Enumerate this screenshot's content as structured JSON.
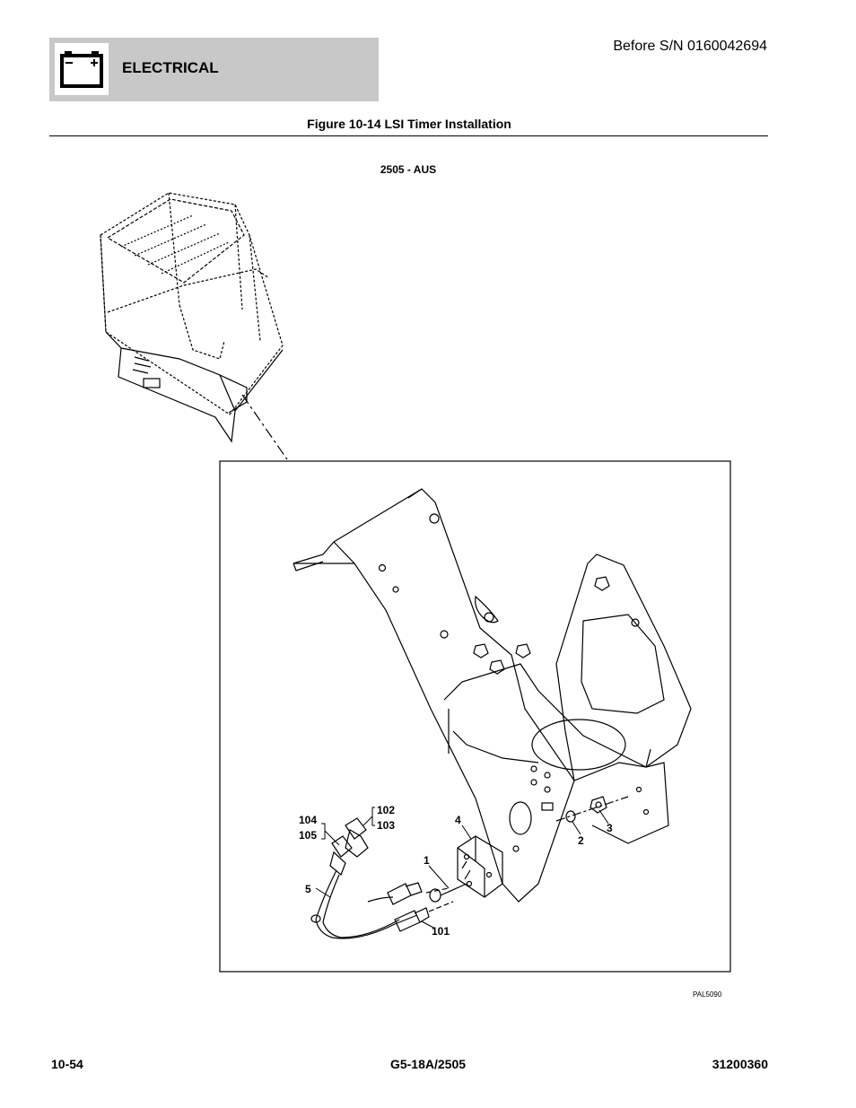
{
  "header": {
    "section_title": "ELECTRICAL",
    "battery_icon": "battery-icon",
    "serial_note": "Before S/N 0160042694"
  },
  "figure": {
    "title": "Figure 10-14 LSI Timer Installation",
    "model": "2505 - AUS",
    "drawing_id": "PAL5090",
    "callouts": {
      "c104": "104",
      "c105": "105",
      "c102": "102",
      "c103": "103",
      "c4": "4",
      "c1": "1",
      "c5": "5",
      "c101": "101",
      "c2": "2",
      "c3": "3"
    }
  },
  "footer": {
    "page_number": "10-54",
    "model": "G5-18A/2505",
    "manual_number": "31200360"
  }
}
